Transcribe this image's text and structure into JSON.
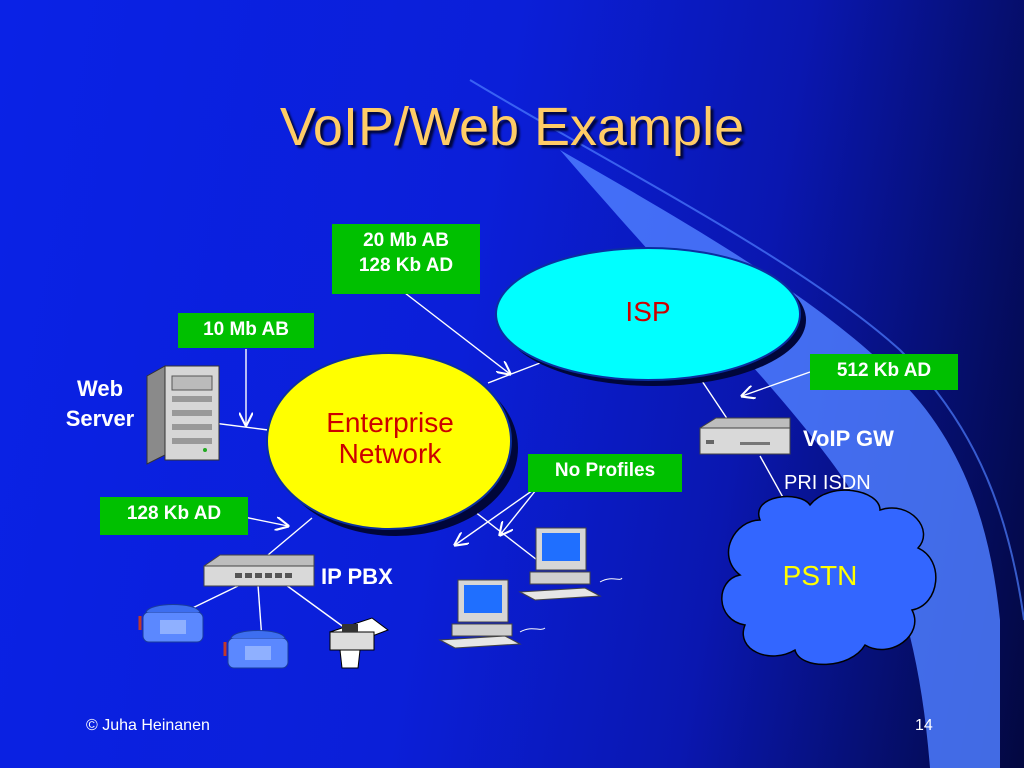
{
  "slide": {
    "title": "VoIP/Web Example",
    "nodes": {
      "isp": "ISP",
      "enterprise_line1": "Enterprise",
      "enterprise_line2": "Network",
      "pstn": "PSTN"
    },
    "labels": {
      "isp_link_line1": "20 Mb AB",
      "isp_link_line2": "128 Kb AD",
      "web_link": "10 Mb AB",
      "gw_link": "512 Kb AD",
      "pbx_link": "128 Kb AD",
      "no_profiles": "No Profiles"
    },
    "devices": {
      "web_server_line1": "Web",
      "web_server_line2": "Server",
      "voip_gw": "VoIP GW",
      "pri_isdn": "PRI ISDN",
      "ip_pbx": "IP PBX"
    },
    "footer": {
      "copyright": "© Juha Heinanen",
      "page_number": "14"
    }
  },
  "colors": {
    "title": "#ffcc66",
    "isp_fill": "#00ffff",
    "enterprise_fill": "#ffff00",
    "pstn_fill": "#3366ff",
    "label_box": "#00c000",
    "node_text_red": "#cc0000",
    "pstn_text": "#ffff00"
  }
}
